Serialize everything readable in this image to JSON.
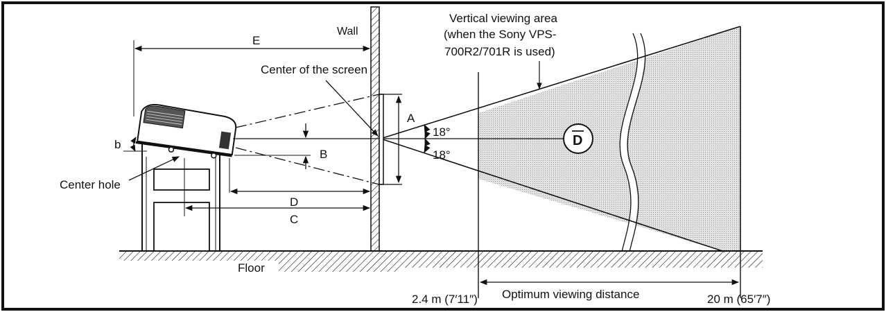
{
  "labels": {
    "wall": "Wall",
    "center_of_screen": "Center of the screen",
    "vertical_area_l1": "Vertical viewing area",
    "vertical_area_l2": "(when the Sony VPS-",
    "vertical_area_l3": "700R2/701R is used)",
    "center_hole": "Center hole",
    "floor": "Floor",
    "optimum_distance": "Optimum viewing distance",
    "near_distance": "2.4 m (7′11″)",
    "far_distance": "20 m (65′7″)",
    "angle_upper": "18°",
    "angle_lower": "18°",
    "dim_a": "A",
    "dim_b_lower": "b",
    "dim_b_upper": "B",
    "dim_c": "C",
    "dim_d": "D",
    "dim_e": "E",
    "eye_symbol": "D"
  },
  "colors": {
    "ink": "#111111",
    "shade": "#d4d4d4",
    "background": "#ffffff"
  }
}
